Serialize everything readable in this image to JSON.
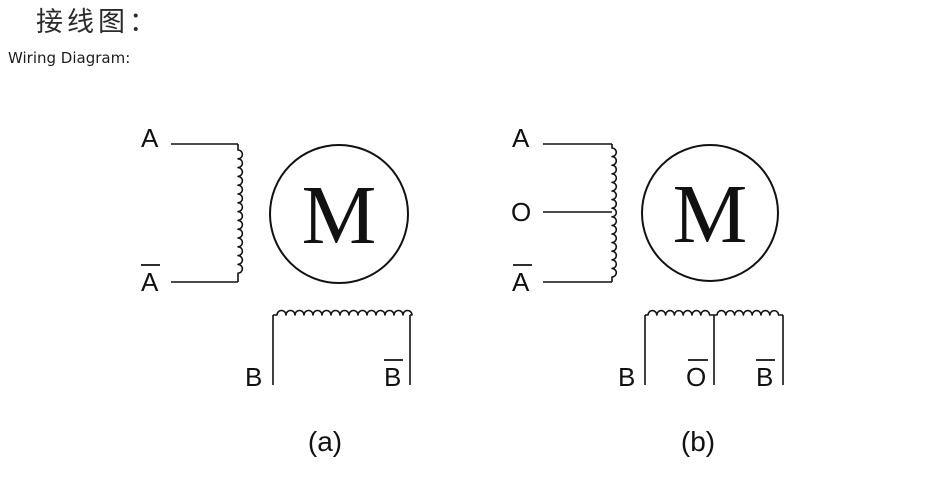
{
  "header": {
    "title_cn": "接线图：",
    "title_en": "Wiring Diagram:"
  },
  "diagram_a": {
    "motor_label": "M",
    "terminals": {
      "a": "A",
      "a_bar": "A",
      "b": "B",
      "b_bar": "B"
    },
    "caption": "(a)"
  },
  "diagram_b": {
    "motor_label": "M",
    "terminals": {
      "a": "A",
      "o": "O",
      "a_bar": "A",
      "b": "B",
      "o_bar": "O",
      "b_bar": "B"
    },
    "caption": "(b)"
  }
}
